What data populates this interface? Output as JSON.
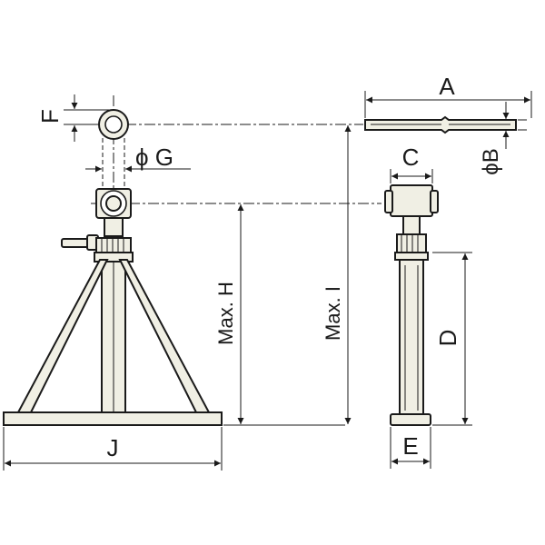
{
  "labels": {
    "A": "A",
    "B": "ϕB",
    "C": "C",
    "D": "D",
    "E": "E",
    "F": "F",
    "G": "ϕ G",
    "H": "Max. H",
    "I": "Max. I",
    "J": "J"
  },
  "colors": {
    "part_fill": "#f0efe4",
    "line": "#1a1a1a",
    "background": "#ffffff"
  }
}
